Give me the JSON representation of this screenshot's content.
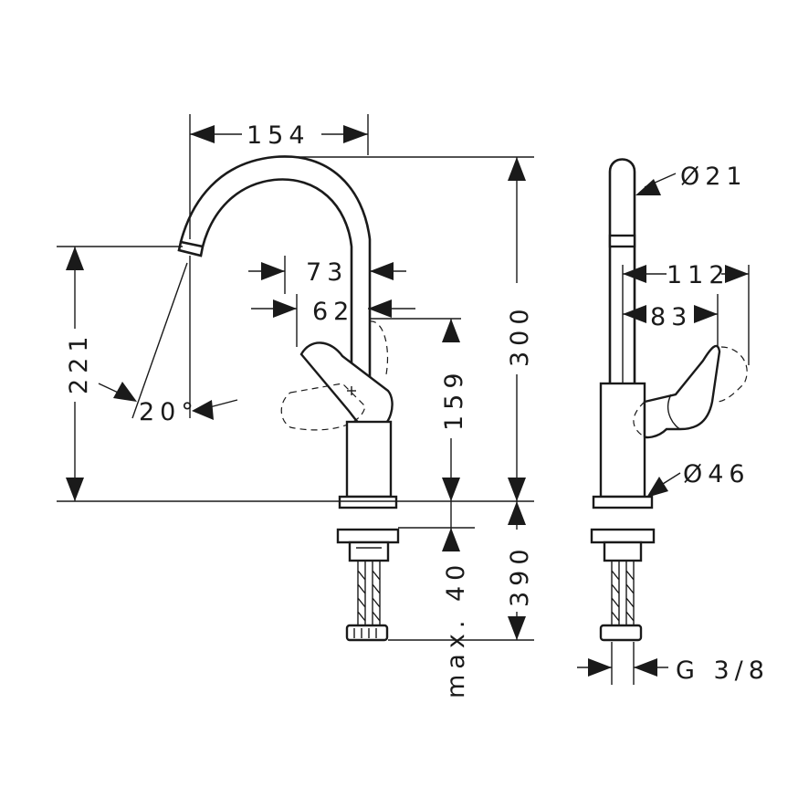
{
  "front_view": {
    "dim_width_spout": "154",
    "dim_73": "73",
    "dim_62": "62",
    "dim_height_300": "300",
    "dim_221": "221",
    "dim_159": "159",
    "dim_390": "390",
    "dim_max40": "max. 40",
    "angle": "20°"
  },
  "side_view": {
    "dia_spout": "Ø21",
    "dim_112": "112",
    "dim_83": "83",
    "dia_body": "Ø46",
    "thread": "G 3/8"
  }
}
